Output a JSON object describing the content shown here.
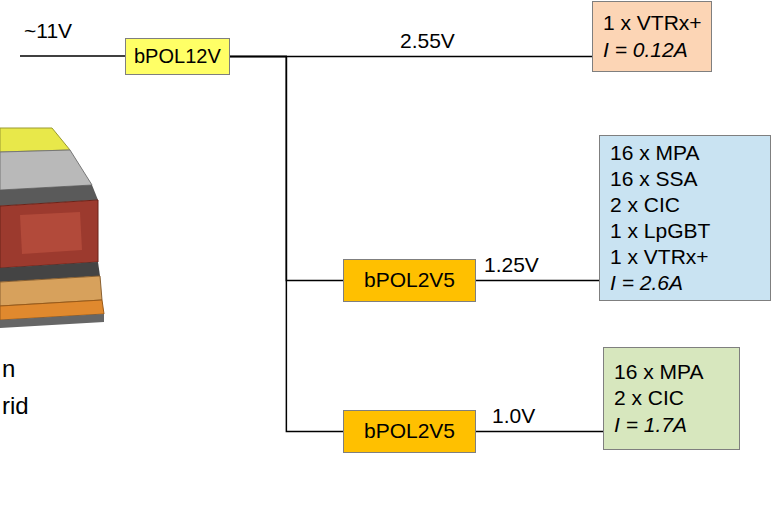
{
  "diagram": {
    "nodes": [
      {
        "text": [
          "bPOL12V"
        ]
      },
      {
        "text": [
          "1 x VTRx+",
          "I = 0.12A"
        ]
      },
      {
        "text": [
          "bPOL2V5"
        ]
      },
      {
        "text": [
          "16 x MPA",
          "16 x SSA",
          "2 x CIC",
          "1 x LpGBT",
          "1 x VTRx+",
          "I = 2.6A"
        ]
      },
      {
        "text": [
          "bPOL2V5"
        ]
      },
      {
        "text": [
          "16 x MPA",
          "2 x CIC",
          "I = 1.7A"
        ]
      }
    ],
    "edges": [
      {
        "from": 0,
        "to": 1,
        "arrow": "none",
        "label": "2.55V"
      },
      {
        "from": 0,
        "to": 2,
        "arrow": "none"
      },
      {
        "from": 0,
        "to": 4,
        "arrow": "none"
      },
      {
        "from": 2,
        "to": 3,
        "arrow": "none",
        "label": "1.25V"
      },
      {
        "from": 4,
        "to": 5,
        "arrow": "none",
        "label": "1.0V"
      }
    ],
    "labels": [
      "~11V",
      "n",
      "rid"
    ]
  }
}
